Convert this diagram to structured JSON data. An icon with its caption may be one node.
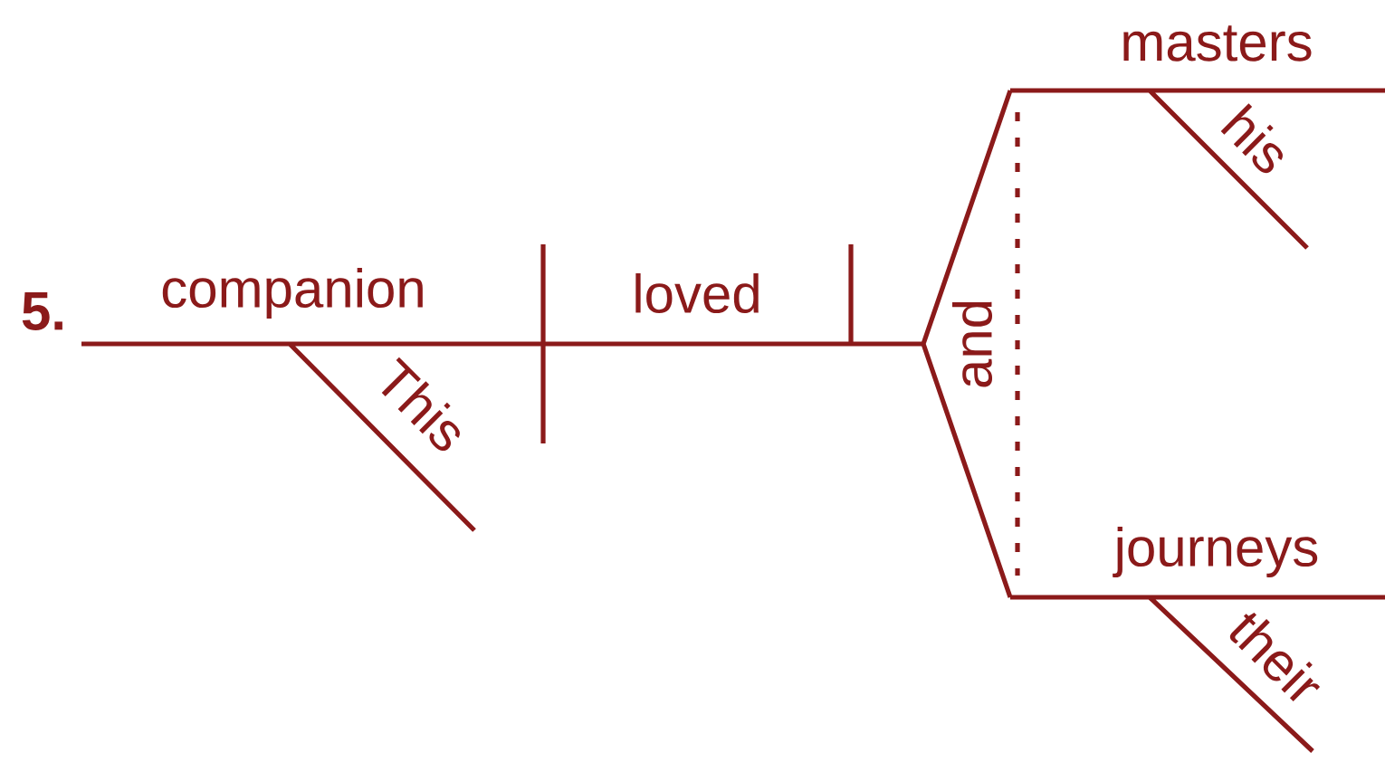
{
  "diagram": {
    "labels": [
      "5.",
      "companion",
      "This",
      "loved",
      "and",
      "masters",
      "his",
      "journeys",
      "their"
    ]
  }
}
